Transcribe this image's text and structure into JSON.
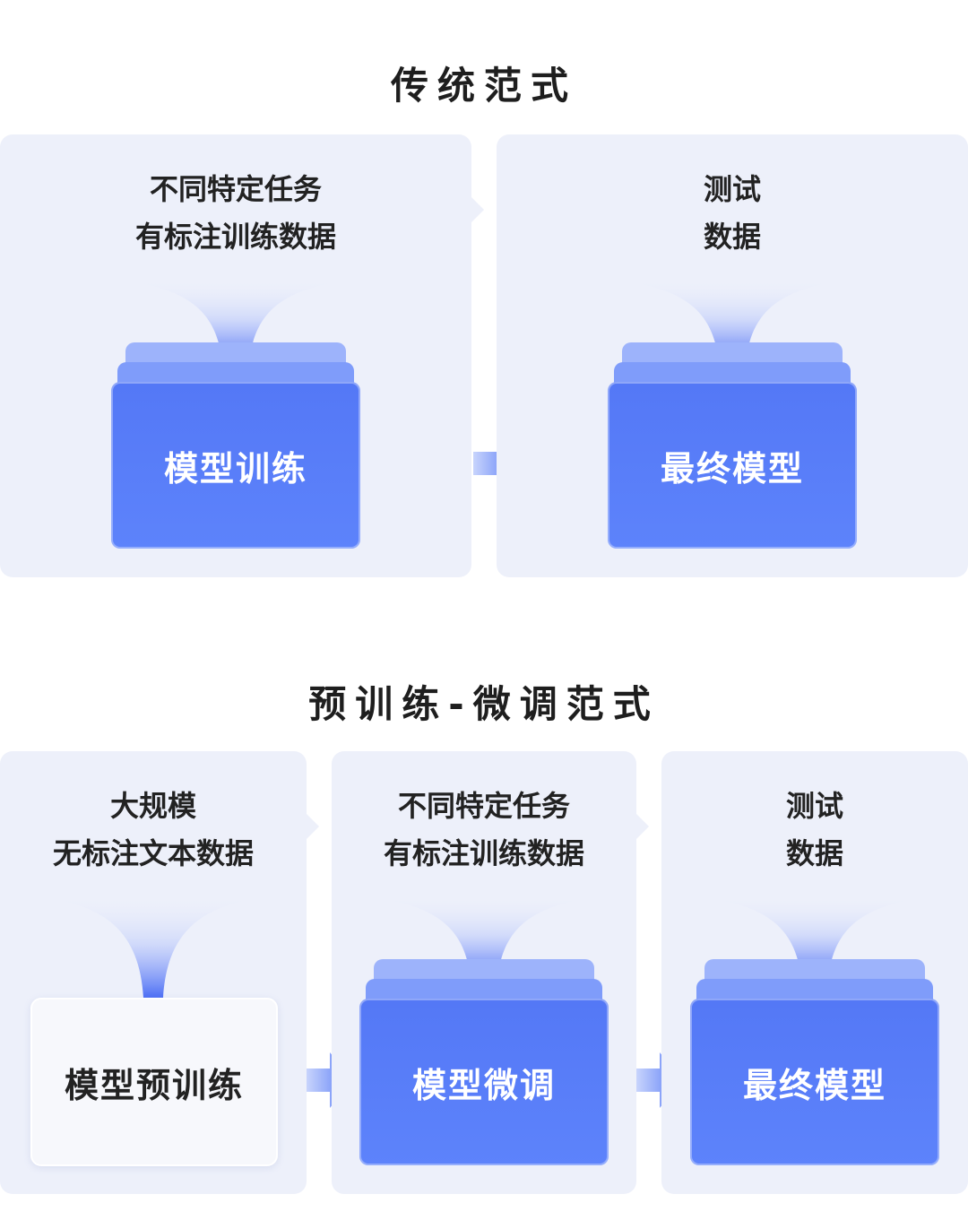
{
  "traditional": {
    "title": "传统范式",
    "train_panel": {
      "label_lines": [
        "不同特定任务",
        "有标注训练数据"
      ],
      "model_label": "模型训练"
    },
    "test_panel": {
      "label_lines": [
        "测试",
        "数据"
      ],
      "model_label": "最终模型"
    }
  },
  "pretrain_finetune": {
    "title": "预训练-微调范式",
    "pretrain_panel": {
      "label_lines": [
        "大规模",
        "无标注文本数据"
      ],
      "model_label": "模型预训练"
    },
    "finetune_panel": {
      "label_lines": [
        "不同特定任务",
        "有标注训练数据"
      ],
      "model_label": "模型微调"
    },
    "test_panel": {
      "label_lines": [
        "测试",
        "数据"
      ],
      "model_label": "最终模型"
    }
  },
  "colors": {
    "panel_bg": "#edf0fa",
    "model_blue": "#5478f6",
    "accent_light": "#9db3fb",
    "title_text": "#1e1e1e"
  },
  "icons": [
    "funnel-icon",
    "right-arrow-icon"
  ]
}
